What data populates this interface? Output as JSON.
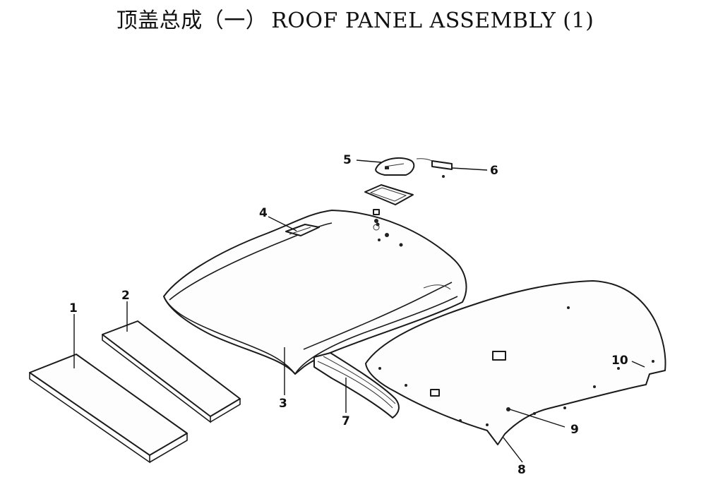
{
  "title": {
    "zh": "顶盖总成（一）",
    "en": "ROOF PANEL ASSEMBLY (1)"
  },
  "callouts": [
    "1",
    "2",
    "3",
    "4",
    "5",
    "6",
    "7",
    "8",
    "9",
    "10"
  ]
}
